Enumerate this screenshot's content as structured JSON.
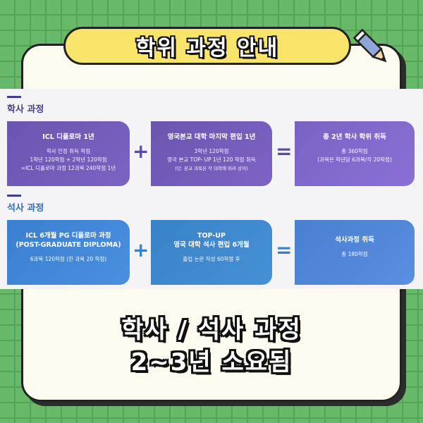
{
  "title": "학위 과정 안내",
  "bachelor": {
    "section_title": "학사 과정",
    "box1": {
      "heading": "ICL 디플로마 1년",
      "lines": [
        "학사 인정 취득 학점",
        "1학년 120학점 + 2학년 120학점",
        "=ICL 디플로마 과정 12과목 240학점 1년"
      ]
    },
    "op_plus": "+",
    "box2": {
      "heading": "영국본교 대학 마지막 편입 1년",
      "lines": [
        "3학년 120학점",
        "영국 본교 TOP- UP 1년 120 학점 취득",
        "(단, 본교 과목은 각 대학에 따라 상이)"
      ]
    },
    "op_equals": "=",
    "box3": {
      "heading": "총 2년 학사 학위 취득",
      "lines": [
        "총 360학점",
        "(과목은 학년당 6과목/각 20학점)"
      ]
    }
  },
  "master": {
    "section_title": "석사 과정",
    "box1": {
      "heading1": "ICL 6개월 PG 디플로마 과정",
      "heading2": "(POST-GRADUATE DIPLOMA)",
      "lines": [
        "6과목 120학점 (한 과목 20 학점)"
      ]
    },
    "op_plus": "+",
    "box2": {
      "heading1": "TOP-UP",
      "heading2": "영국 대학 석사 편입 6개월",
      "lines": [
        "졸업 논문 작성 60학점 후"
      ]
    },
    "op_equals": "=",
    "box3": {
      "heading": "석사과정 취득",
      "lines": [
        "총 180학점"
      ]
    }
  },
  "bottom": {
    "line1": "학사 / 석사 과정",
    "line2": "2~3년 소요됨"
  },
  "colors": {
    "background": "#69b96b",
    "title_pill": "#f9e46b",
    "bachelor_box": "#6e58b4",
    "master_box": "#3f86c8",
    "card": "#fdfbef"
  }
}
